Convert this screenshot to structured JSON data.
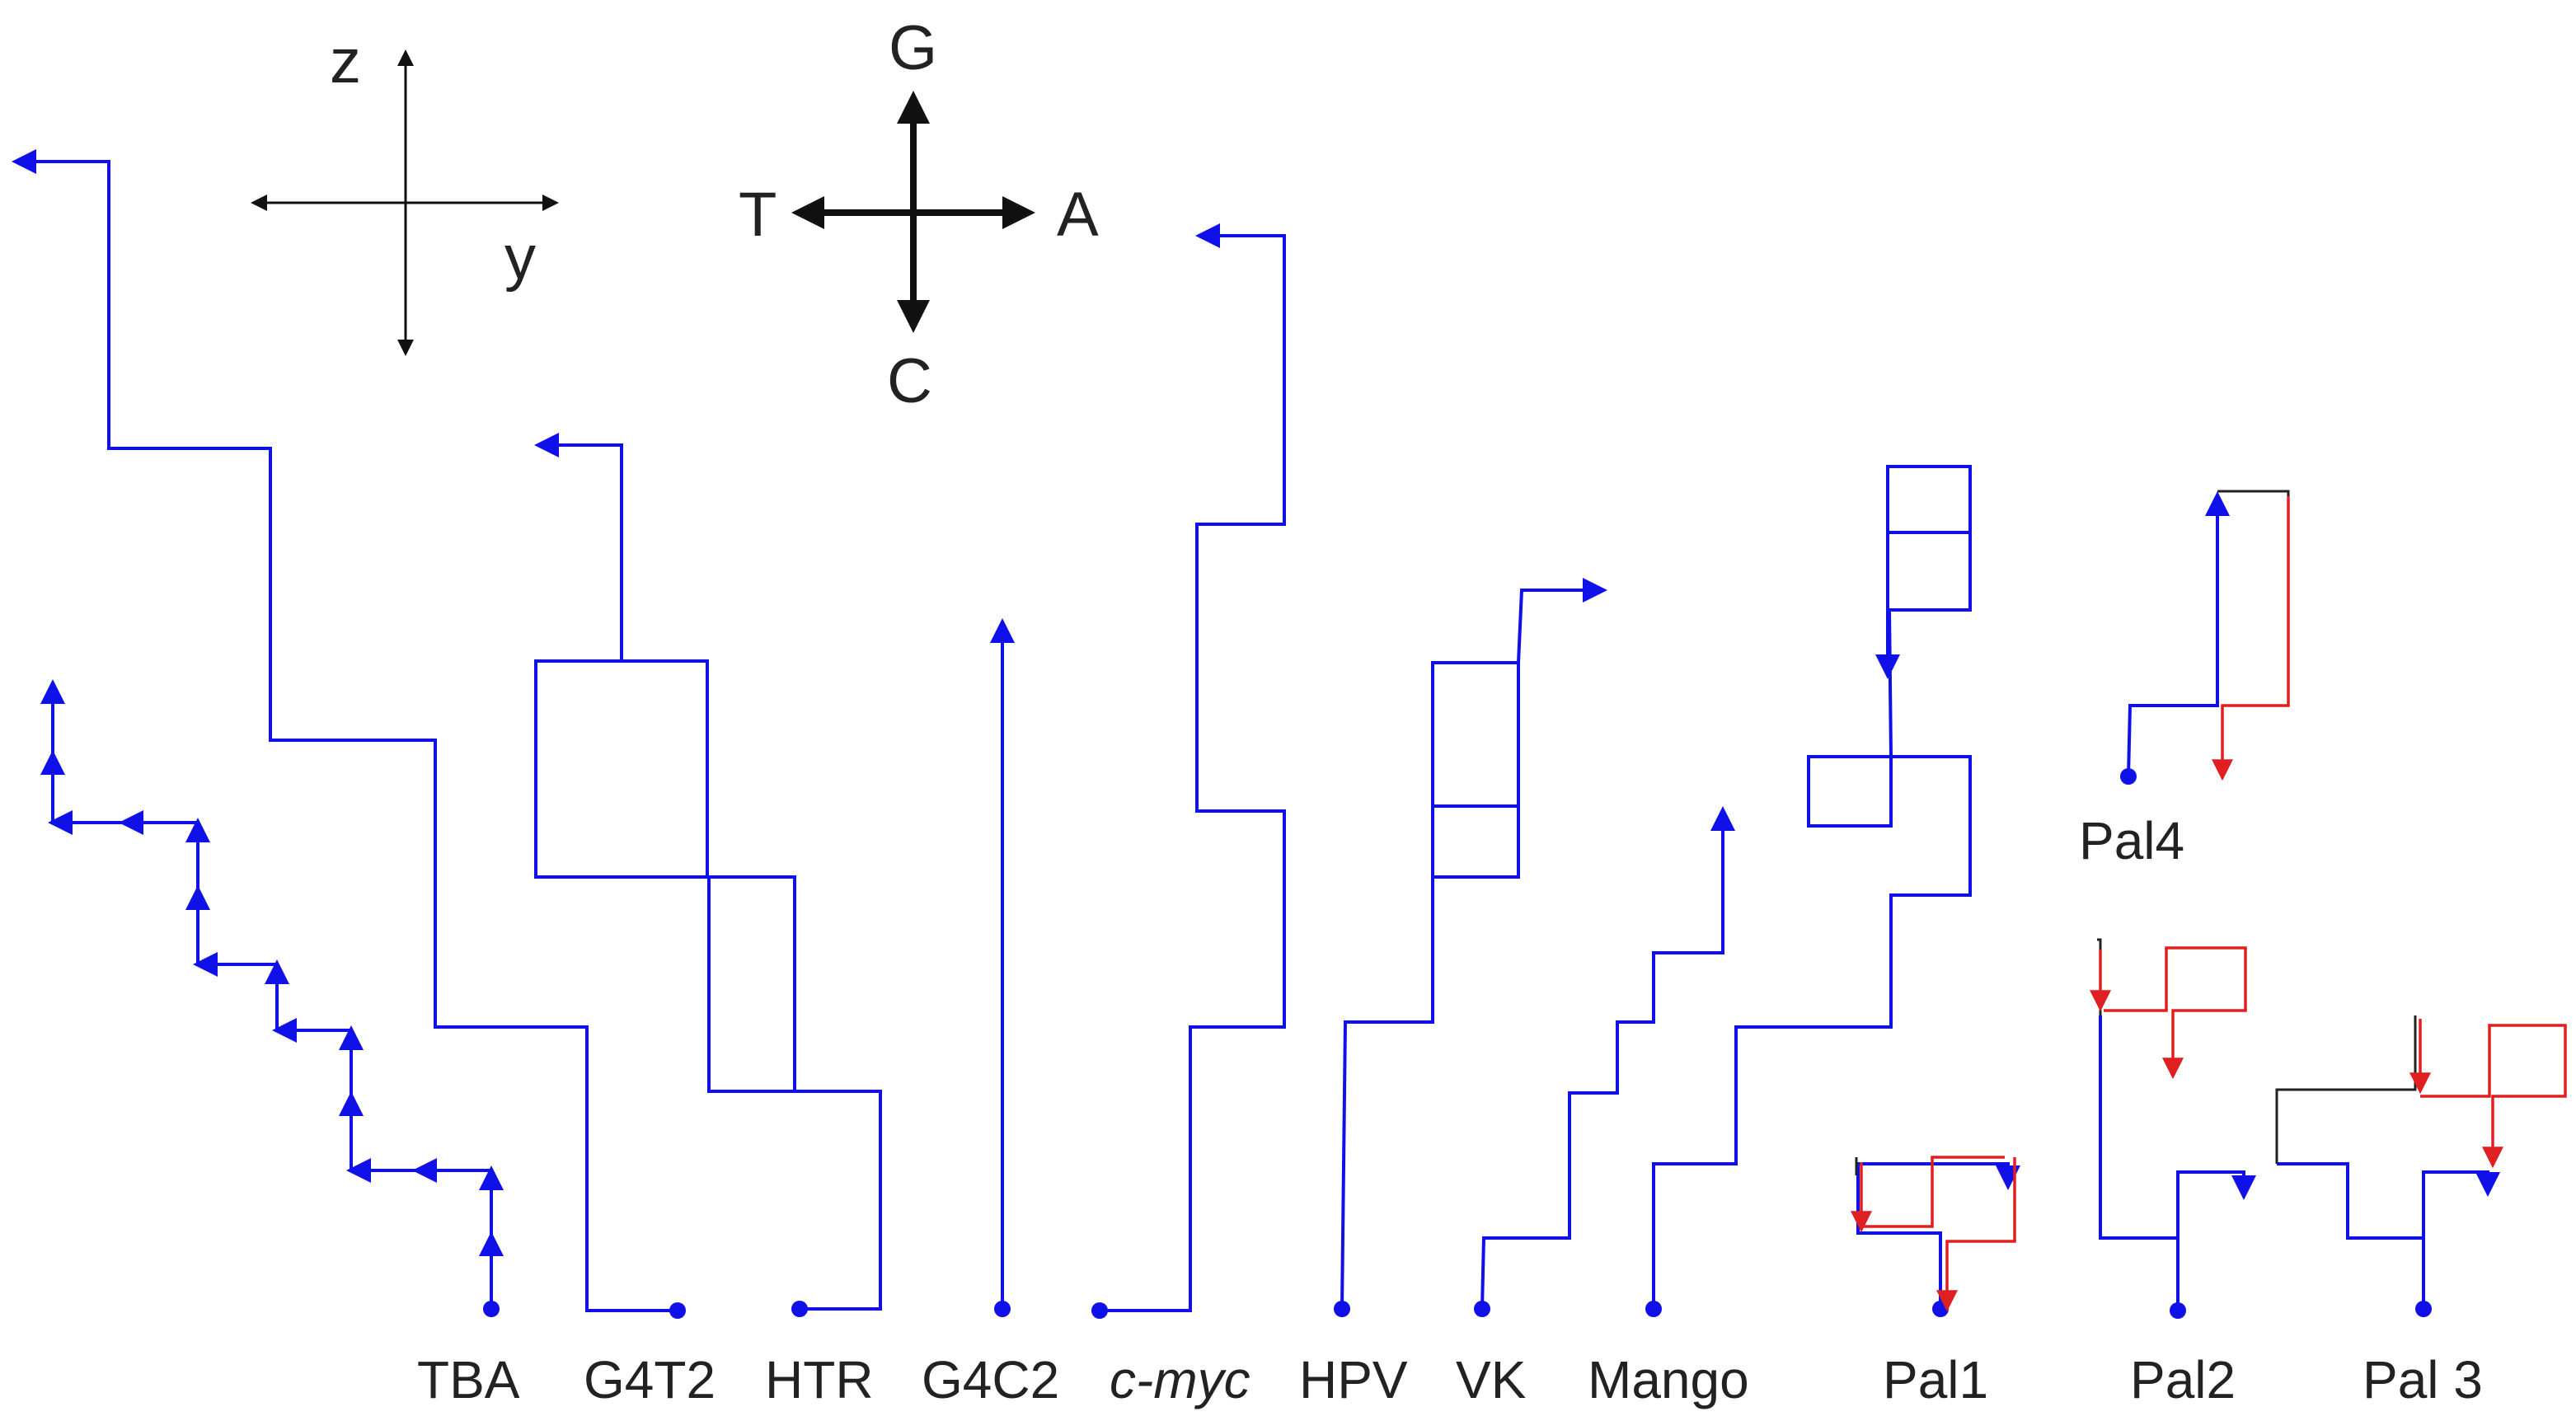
{
  "axes_left": {
    "z": "z",
    "y": "y"
  },
  "axes_right": {
    "G": "G",
    "T": "T",
    "A": "A",
    "C": "C"
  },
  "sequences": {
    "tba": "TBA",
    "g4t2": "G4T2",
    "htr": "HTR",
    "g4c2": "G4C2",
    "cmyc": "c-myc",
    "hpv": "HPV",
    "vk": "VK",
    "mango": "Mango",
    "pal1": "Pal1",
    "pal2": "Pal2",
    "pal3": "Pal 3",
    "pal4": "Pal4"
  },
  "colors": {
    "path": "#1010e8",
    "alt_strand": "#e02020",
    "connector": "#222222",
    "text": "#222222"
  }
}
